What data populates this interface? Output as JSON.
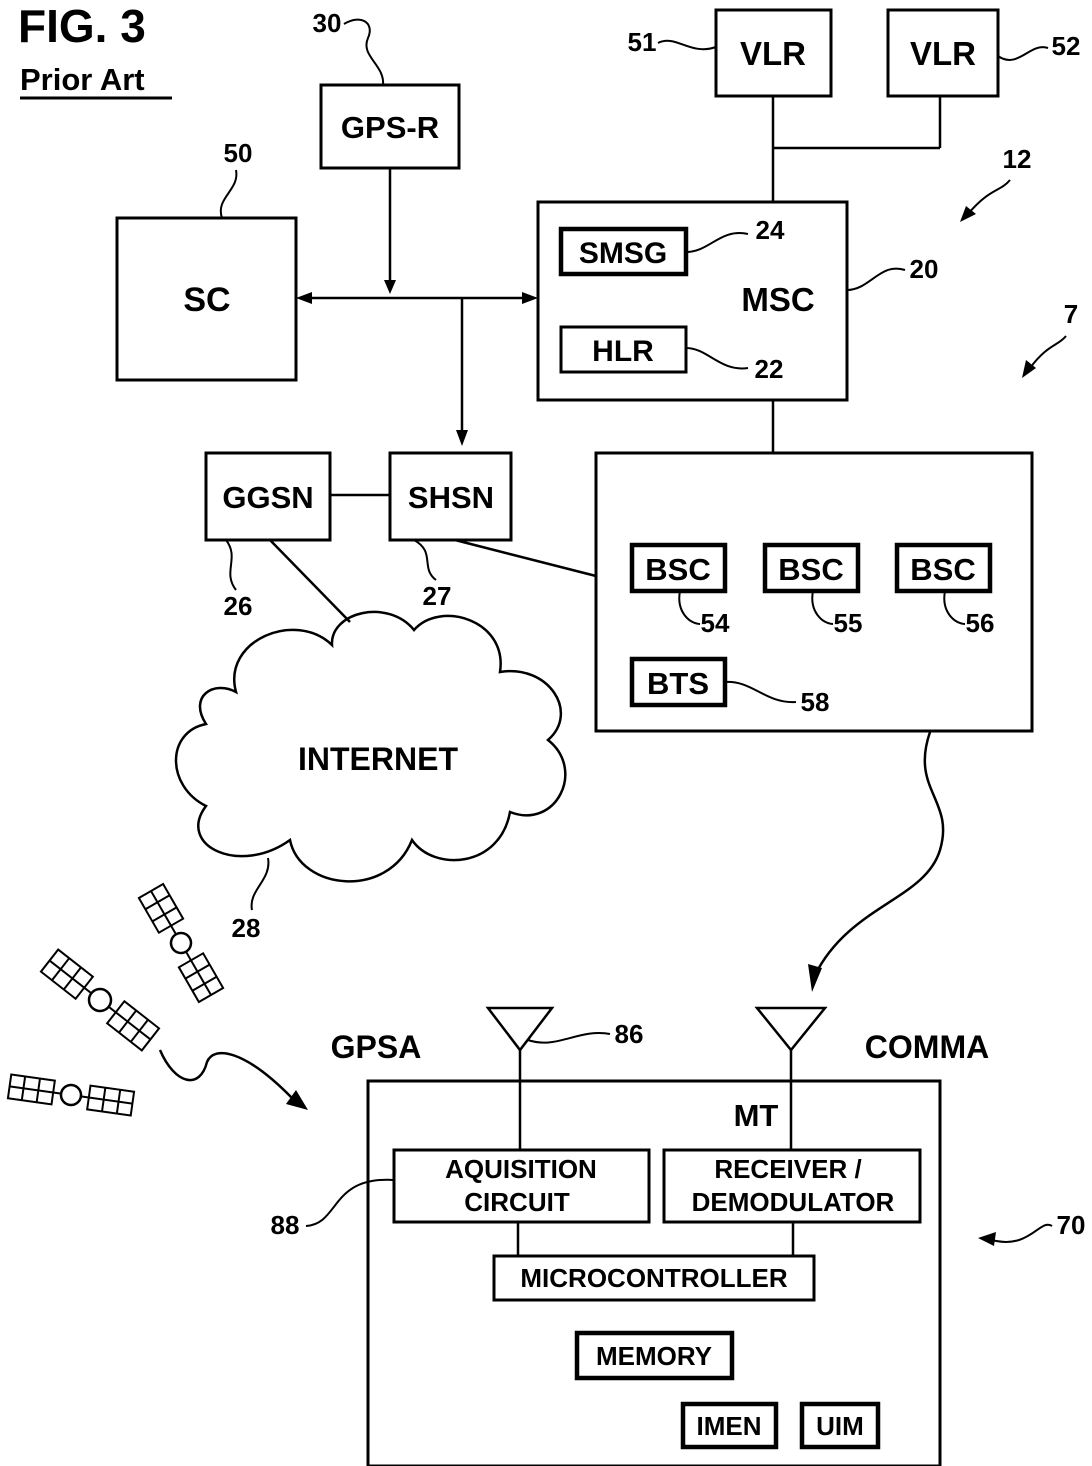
{
  "figure": {
    "title": "FIG. 3",
    "subtitle": "Prior Art"
  },
  "nodes": {
    "gps_r": "GPS-R",
    "sc": "SC",
    "vlr_1": "VLR",
    "vlr_2": "VLR",
    "msc": "MSC",
    "smsg": "SMSG",
    "hlr": "HLR",
    "ggsn": "GGSN",
    "shsn": "SHSN",
    "bsc_1": "BSC",
    "bsc_2": "BSC",
    "bsc_3": "BSC",
    "bts": "BTS",
    "internet": "INTERNET",
    "gpsa": "GPSA",
    "comma": "COMMA",
    "mt": "MT",
    "acq_line1": "AQUISITION",
    "acq_line2": "CIRCUIT",
    "recv_line1": "RECEIVER /",
    "recv_line2": "DEMODULATOR",
    "microcontroller": "MICROCONTROLLER",
    "memory": "MEMORY",
    "imen": "IMEN",
    "uim": "UIM"
  },
  "refs": {
    "r30": "30",
    "r50": "50",
    "r51": "51",
    "r52": "52",
    "r12": "12",
    "r24": "24",
    "r20": "20",
    "r22": "22",
    "r7": "7",
    "r26": "26",
    "r27": "27",
    "r54": "54",
    "r55": "55",
    "r56": "56",
    "r58": "58",
    "r28": "28",
    "r86": "86",
    "r88": "88",
    "r70": "70"
  }
}
